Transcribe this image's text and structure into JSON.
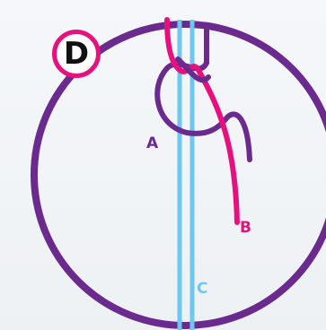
{
  "badge": {
    "letter": "D"
  },
  "labels": {
    "a": "A",
    "b": "B",
    "c": "C"
  },
  "colors": {
    "purple": "#6b2a8e",
    "pink": "#e6117e",
    "cyan": "#6cc8ef",
    "background": "#eef1f5"
  }
}
